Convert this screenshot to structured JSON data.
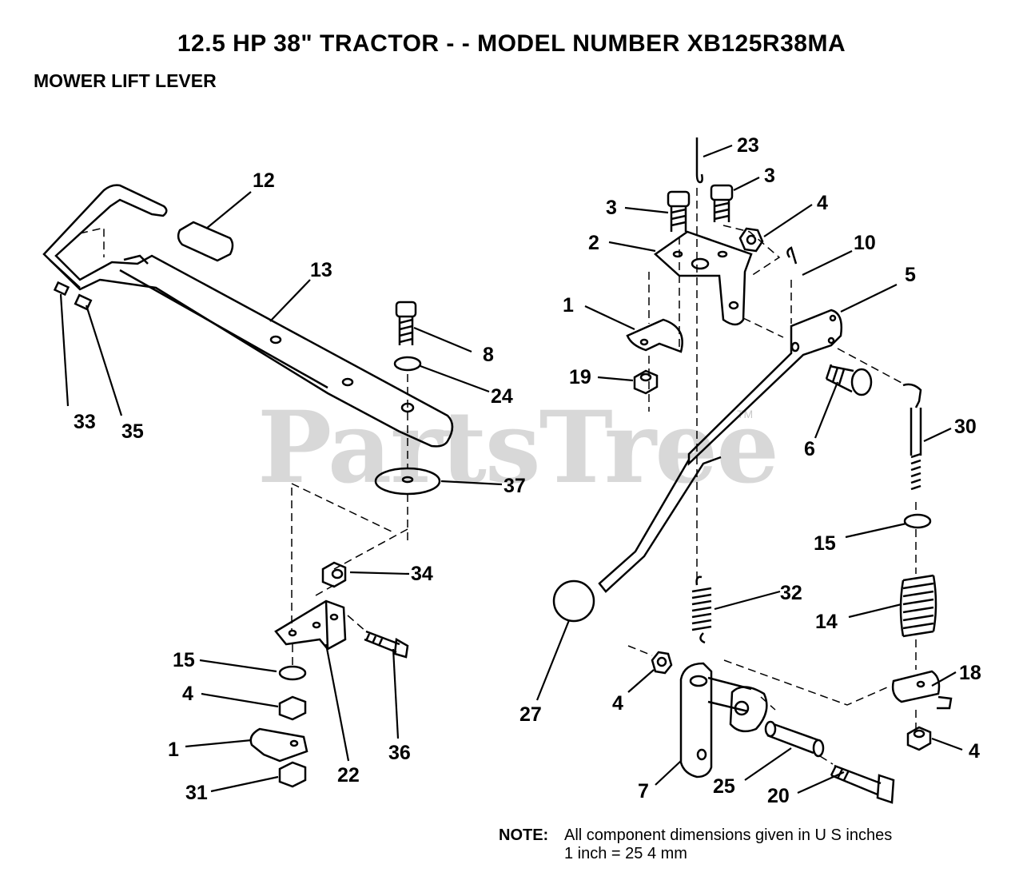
{
  "header": {
    "title": "12.5 HP 38\" TRACTOR - - MODEL NUMBER XB125R38MA",
    "subtitle": "MOWER LIFT LEVER"
  },
  "watermark": {
    "text": "PartsTree",
    "tm": "TM"
  },
  "note": {
    "label": "NOTE:",
    "line1": "All component dimensions given in U S  inches",
    "line2": "1 inch = 25 4 mm"
  },
  "callouts": [
    {
      "id": "c12",
      "label": "12"
    },
    {
      "id": "c13",
      "label": "13"
    },
    {
      "id": "c33",
      "label": "33"
    },
    {
      "id": "c35",
      "label": "35"
    },
    {
      "id": "c8",
      "label": "8"
    },
    {
      "id": "c24",
      "label": "24"
    },
    {
      "id": "c37",
      "label": "37"
    },
    {
      "id": "c34",
      "label": "34"
    },
    {
      "id": "c15a",
      "label": "15"
    },
    {
      "id": "c4a",
      "label": "4"
    },
    {
      "id": "c1a",
      "label": "1"
    },
    {
      "id": "c31",
      "label": "31"
    },
    {
      "id": "c22",
      "label": "22"
    },
    {
      "id": "c36",
      "label": "36"
    },
    {
      "id": "c23",
      "label": "23"
    },
    {
      "id": "c3a",
      "label": "3"
    },
    {
      "id": "c3b",
      "label": "3"
    },
    {
      "id": "c4b",
      "label": "4"
    },
    {
      "id": "c2",
      "label": "2"
    },
    {
      "id": "c10",
      "label": "10"
    },
    {
      "id": "c5",
      "label": "5"
    },
    {
      "id": "c1b",
      "label": "1"
    },
    {
      "id": "c19",
      "label": "19"
    },
    {
      "id": "c6",
      "label": "6"
    },
    {
      "id": "c30",
      "label": "30"
    },
    {
      "id": "c15b",
      "label": "15"
    },
    {
      "id": "c32",
      "label": "32"
    },
    {
      "id": "c14",
      "label": "14"
    },
    {
      "id": "c18",
      "label": "18"
    },
    {
      "id": "c27",
      "label": "27"
    },
    {
      "id": "c4c",
      "label": "4"
    },
    {
      "id": "c4d",
      "label": "4"
    },
    {
      "id": "c7",
      "label": "7"
    },
    {
      "id": "c25",
      "label": "25"
    },
    {
      "id": "c20",
      "label": "20"
    }
  ]
}
